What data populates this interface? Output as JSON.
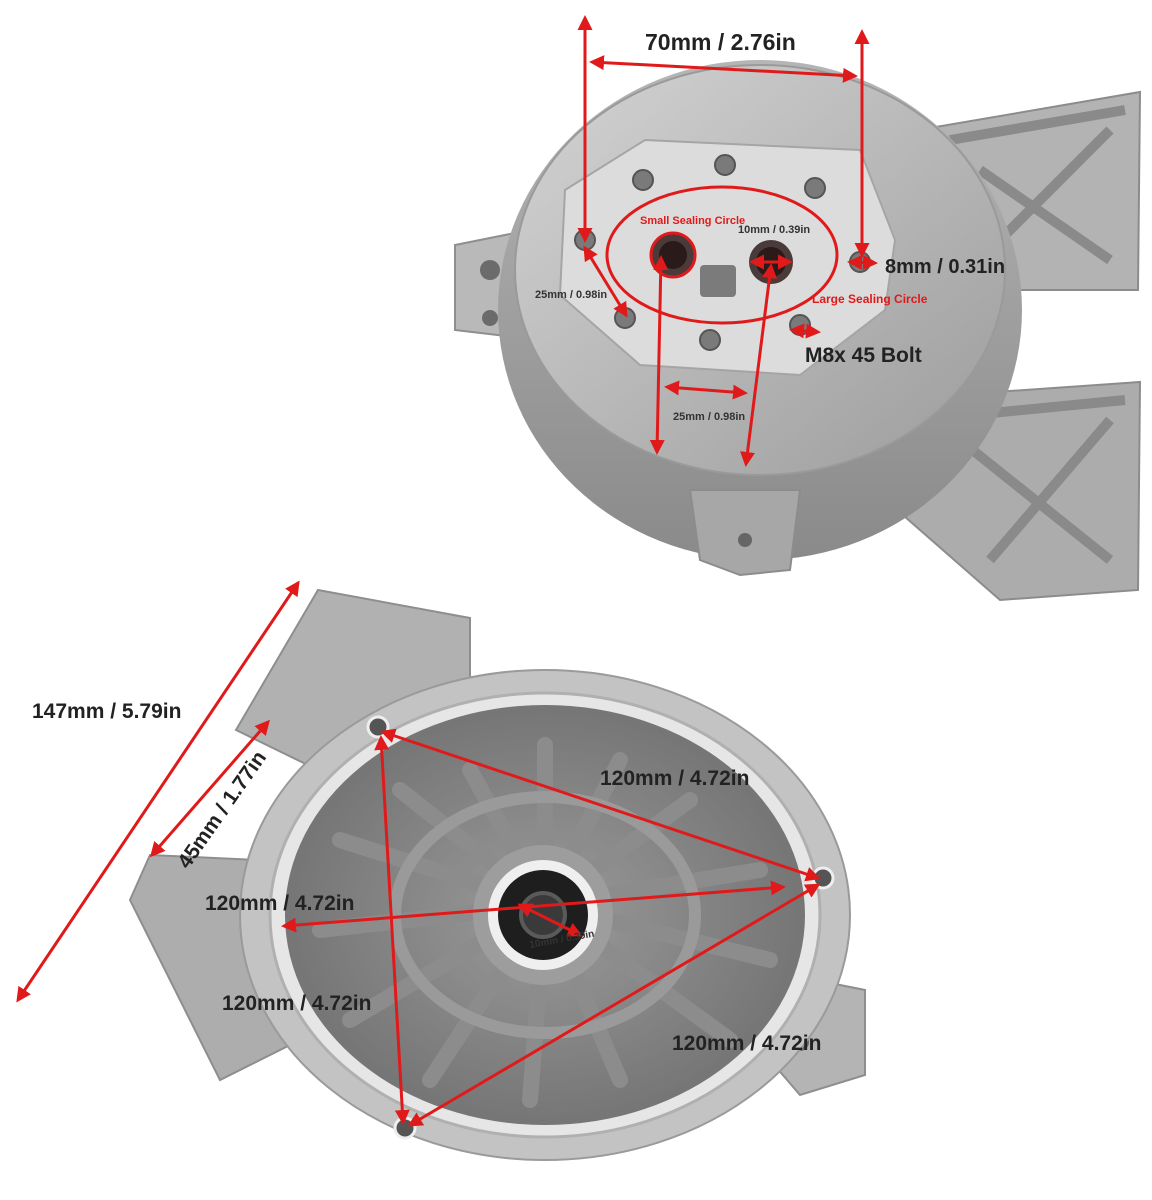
{
  "colors": {
    "arrow": "#e01a1a",
    "metal_light": "#c9c9c9",
    "metal_mid": "#a9a9a9",
    "metal_dark": "#7d7d7d",
    "label_dark": "#222222"
  },
  "top_part": {
    "width_label": "70mm / 2.76in",
    "hole_label": "8mm / 0.31in",
    "bolt_label": "M8x 45 Bolt",
    "small_circle_label": "Small Sealing Circle",
    "large_circle_label": "Large Sealing Circle",
    "bore_label": "10mm / 0.39in",
    "diag_label": "25mm / 0.98in",
    "center_label": "25mm / 0.98in"
  },
  "bottom_part": {
    "length_label": "147mm / 5.79in",
    "height_label": "45mm / 1.77in",
    "diag_top_label": "120mm / 4.72in",
    "diag_mid_label": "120mm / 4.72in",
    "diag_low_label": "120mm / 4.72in",
    "diag_right_label": "120mm / 4.72in",
    "seal_label": "10mm / 0.39in"
  }
}
